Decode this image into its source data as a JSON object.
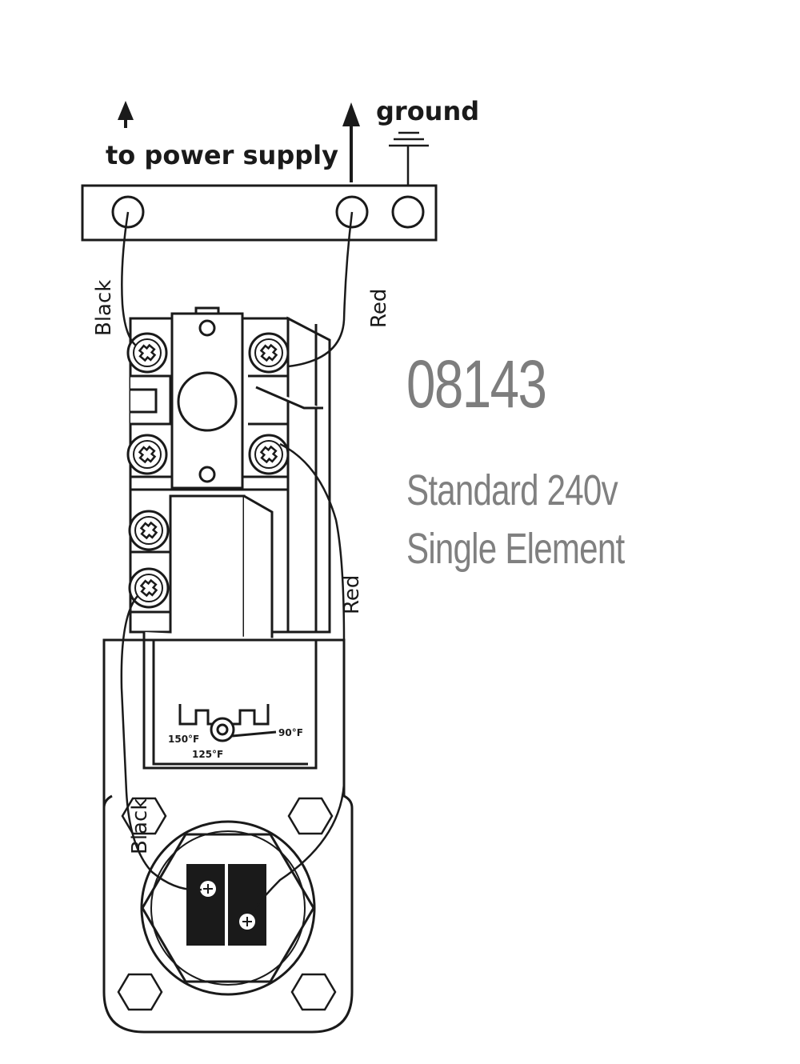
{
  "header": {
    "power_label": "to power supply",
    "ground_label": "ground"
  },
  "wires": {
    "top_left": "Black",
    "top_right": "Red",
    "mid_right": "Red",
    "bottom_left": "Black"
  },
  "dial": {
    "low": "90°F",
    "mid": "125°F",
    "high": "150°F"
  },
  "info": {
    "model": "08143",
    "line1": "Standard 240v",
    "line2": "Single Element"
  },
  "colors": {
    "line": "#1a1a1a",
    "info_text": "#7d7d7d"
  }
}
